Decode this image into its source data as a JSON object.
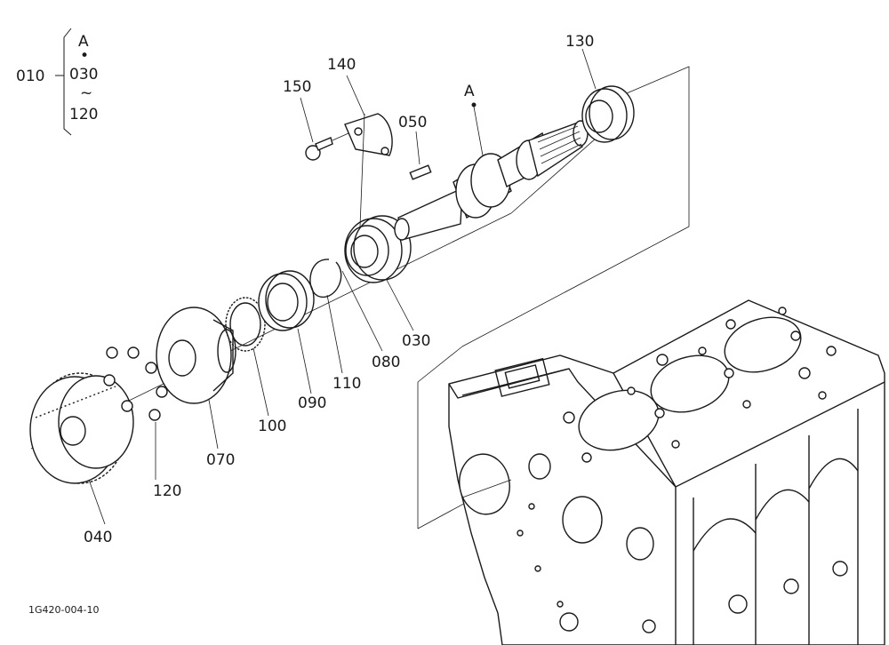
{
  "assembly": {
    "main": "010",
    "lines": [
      "A",
      "•",
      "030",
      "~",
      "120"
    ]
  },
  "callouts": {
    "p030": "030",
    "p040": "040",
    "p050": "050",
    "p070": "070",
    "p080": "080",
    "p090": "090",
    "p100": "100",
    "p110": "110",
    "p120": "120",
    "p130": "130",
    "p140": "140",
    "p150": "150",
    "markA": "A"
  },
  "figure_ref": "1G420-004-10",
  "colors": {
    "line": "#1a1a1a",
    "background": "#ffffff"
  }
}
